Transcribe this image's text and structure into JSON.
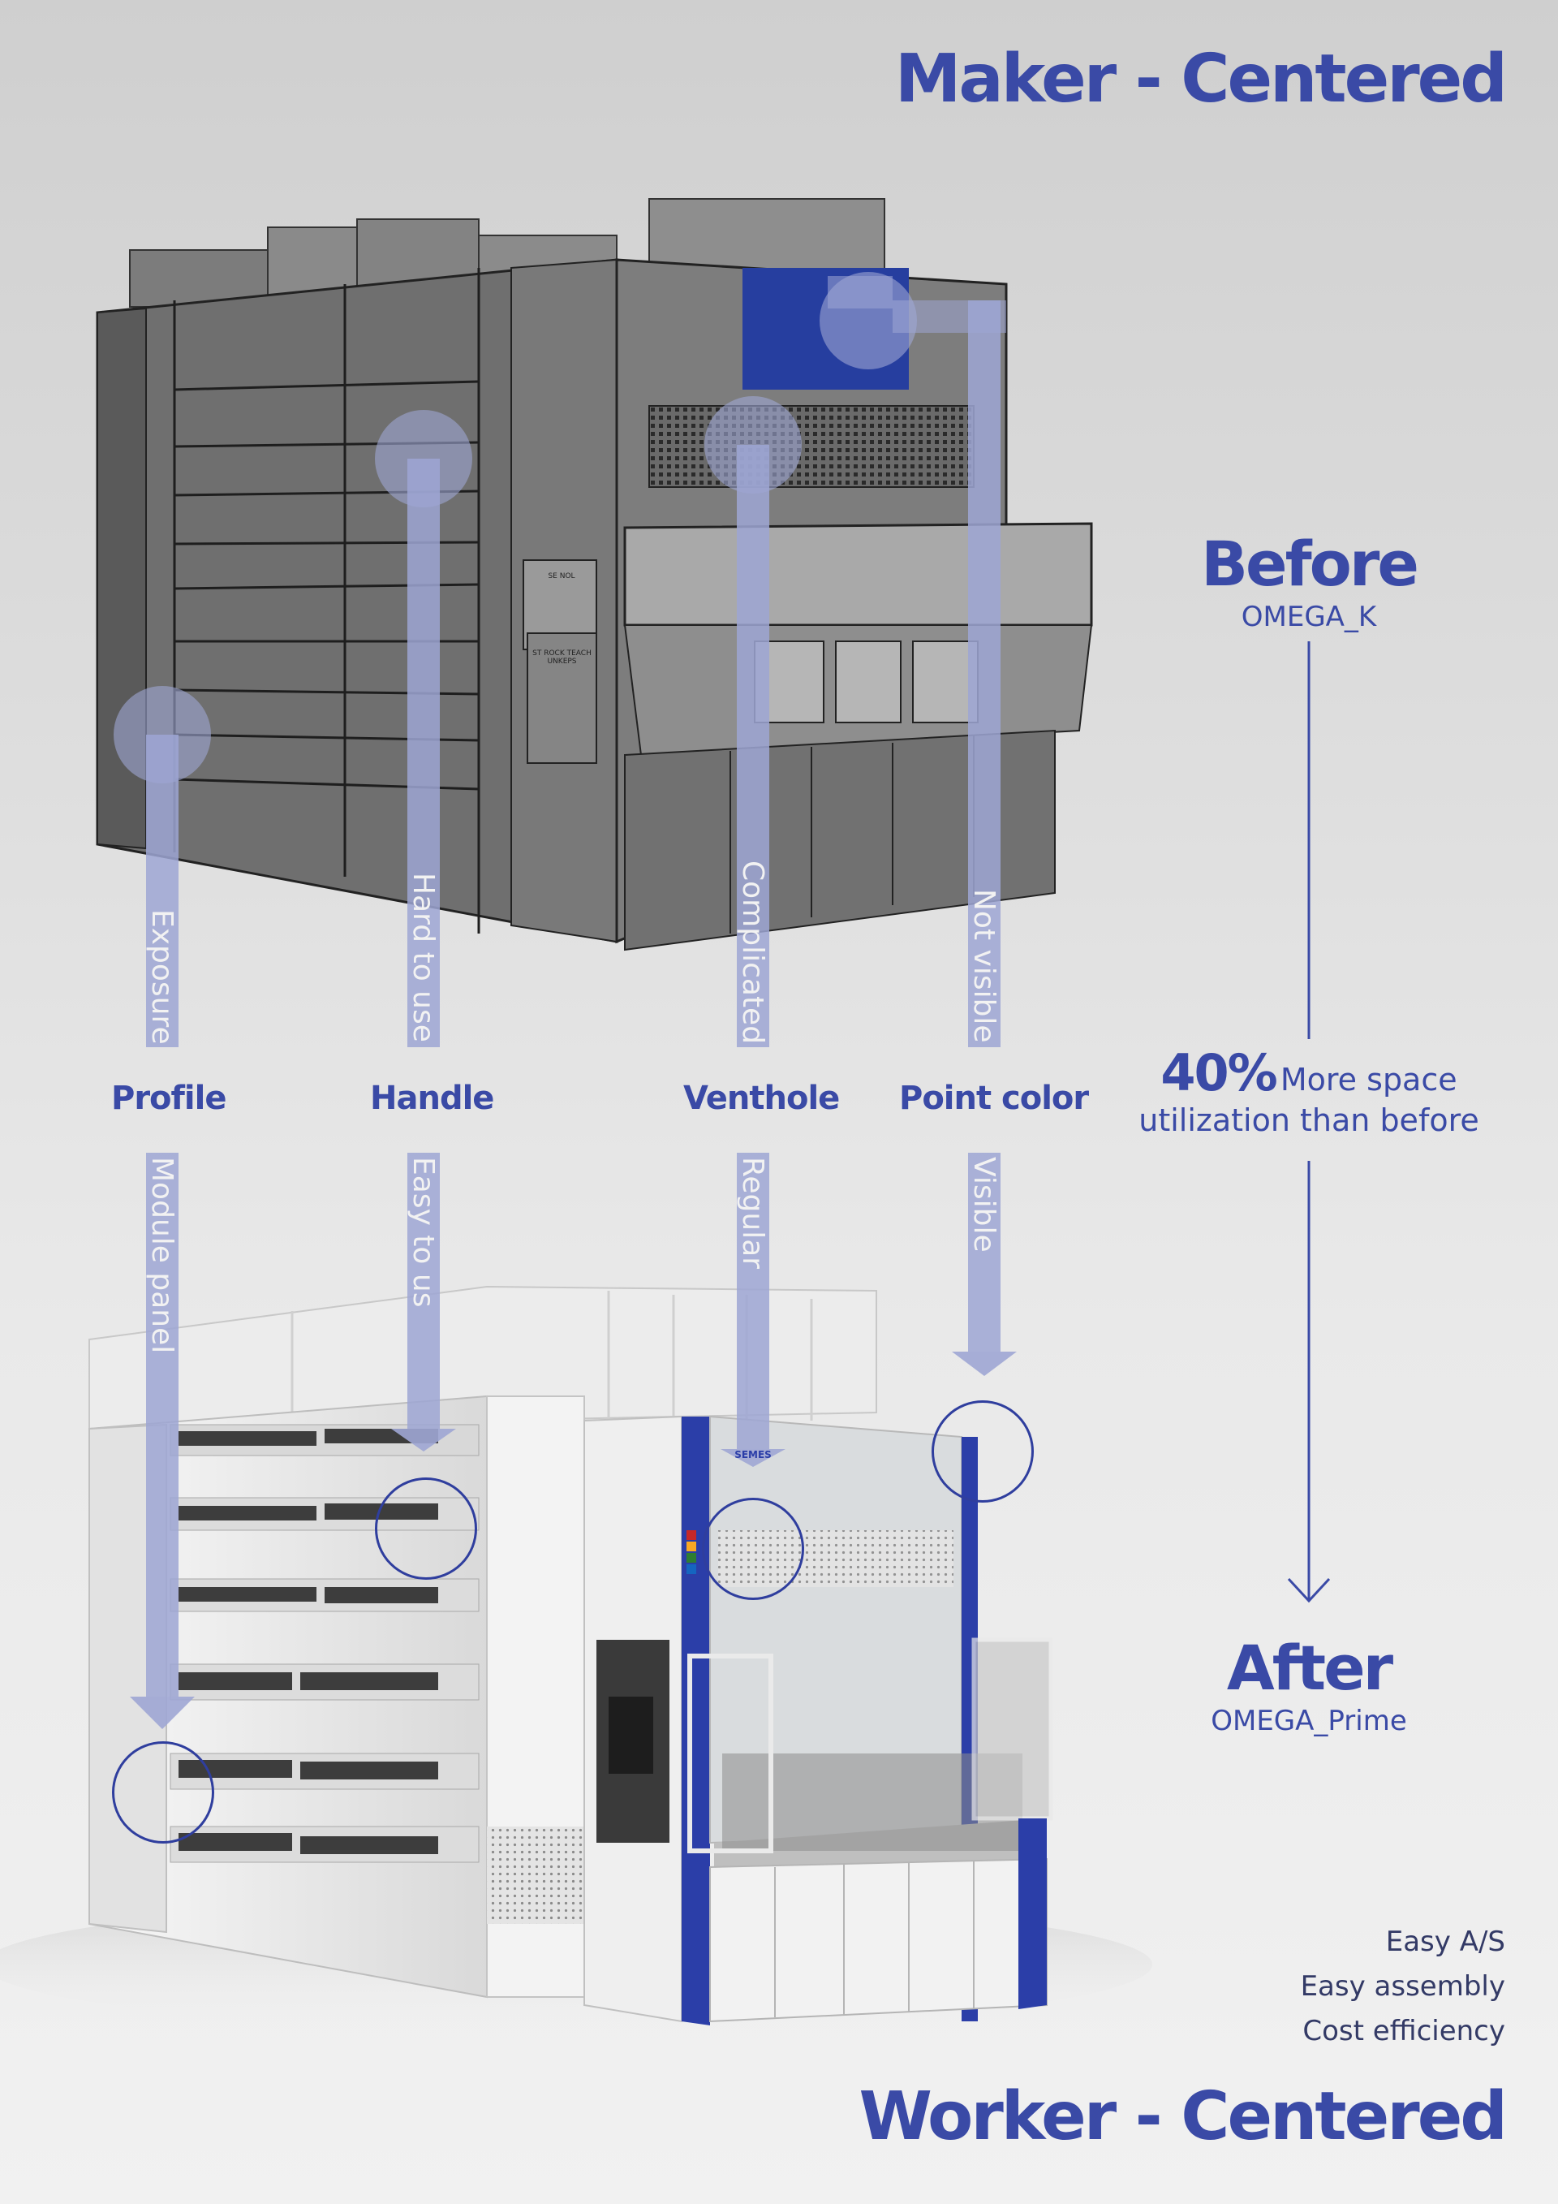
{
  "headings": {
    "top": "Maker - Centered",
    "bottom": "Worker - Centered"
  },
  "before": {
    "title": "Before",
    "model": "OMEGA_K"
  },
  "after": {
    "title": "After",
    "model": "OMEGA_Prime"
  },
  "stat": {
    "value": "40%",
    "line1": "More space",
    "line2": "utilization than before"
  },
  "columns": [
    {
      "name": "Profile",
      "before": "Exposure",
      "after": "Module panel"
    },
    {
      "name": "Handle",
      "before": "Hard to use",
      "after": "Easy to us"
    },
    {
      "name": "Venthole",
      "before": "Complicated",
      "after": "Regular"
    },
    {
      "name": "Point color",
      "before": "Not visible",
      "after": "Visible"
    }
  ],
  "benefits": [
    "Easy A/S",
    "Easy assembly",
    "Cost efficiency"
  ],
  "machine_logo": "SEMES",
  "machine_panel_text": [
    "SE NOL",
    "ST ROCK TEACH UNKEPS"
  ],
  "colors": {
    "accent": "#3a4aa6",
    "arrow_fill": "#9ea6d4",
    "machine_blue": "#2b3ea8",
    "background": "#e3e3e3"
  }
}
